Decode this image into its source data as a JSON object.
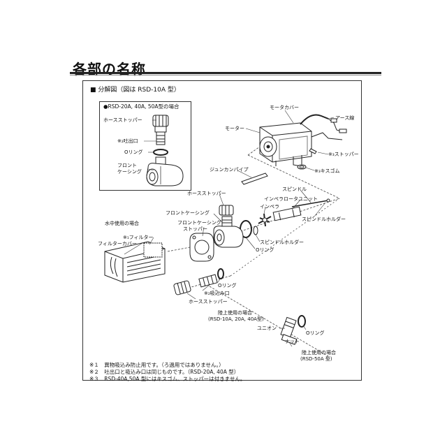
{
  "page": {
    "title": "各部の名称",
    "section_heading": "■ 分解図（図は RSD-10A 型）"
  },
  "inset": {
    "heading": "●RSD-20A, 40A, 50A型の場合",
    "hose_stopper": "ホースストッパー",
    "outlet": "※₂吐出口",
    "o_ring": "Oリング",
    "front_casing_1": "フロント",
    "front_casing_2": "ケーシング"
  },
  "labels": {
    "motor_cover": "モータカバー",
    "ground_wire": "アース線",
    "motor": "モーター",
    "stopper_3": "※₃ストッパー",
    "rubber_3": "※₃キスゴム",
    "junction_pipe": "ジュンカンパイプ",
    "spindle": "スピンドル",
    "impeller_rotor": "インペラロータユニット",
    "impeller": "インペラ",
    "spindle_holder_a": "スピンドルホルダー",
    "hose_stopper_top": "ホースストッパー",
    "front_casing": "フロントケーシング",
    "front_casing_stopper_1": "フロントケーシング",
    "front_casing_stopper_2": "ストッパー",
    "spindle_holder_b": "スピンドルホルダー",
    "o_ring_mid": "Oリング",
    "underwater_case": "水中使用の場合",
    "filter_1": "※₁フィルター",
    "filter_cover": "フィルターカバー",
    "o_ring_low": "Oリング",
    "inlet": "※₂吸込み口",
    "hose_stopper_low": "ホースストッパー",
    "land_use_1": "陸上使用の場合",
    "land_use_1_models": "(RSD-10A, 20A, 40A型)",
    "union": "ユニオン",
    "o_ring_union": "Oリング",
    "nut": "ナット",
    "land_use_2": "陸上使用の場合",
    "land_use_2_models": "(RSD-50A 型)"
  },
  "notes": [
    "※１　異物吸込み防止用です。（ろ過用ではありません。）",
    "※２　吐出口と吸込み口は同じものです。（RSD-20A, 40A 型）",
    "※３　RSD-40A,50A 型にはキスゴム、ストッパーは付きません。"
  ]
}
